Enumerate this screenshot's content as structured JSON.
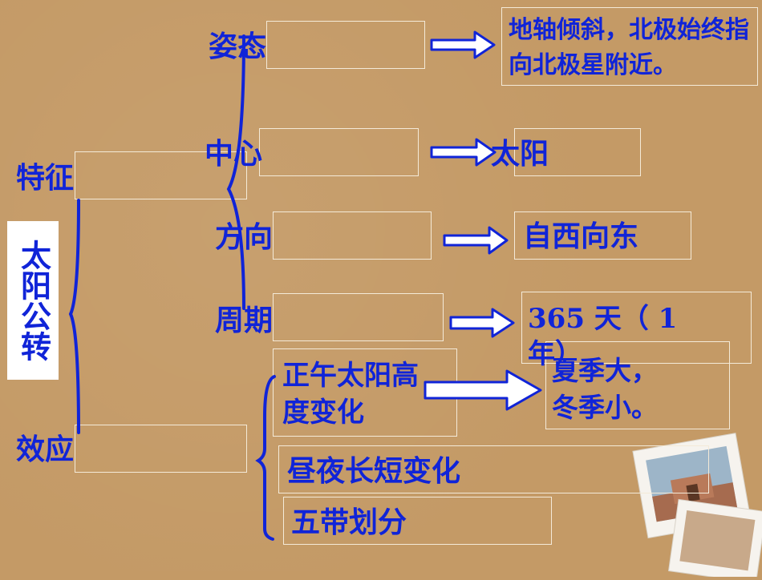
{
  "title": "太阳公转",
  "features_label": "特征",
  "effects_label": "效应",
  "attributes": [
    {
      "name": "姿态",
      "result": "地轴倾斜，北极始终指向北极星附近。"
    },
    {
      "name": "中心",
      "result": "太阳"
    },
    {
      "name": "方向",
      "result": "自西向东"
    },
    {
      "name": "周期",
      "result": "365 天（ 1 年）"
    }
  ],
  "effects": [
    {
      "name": "正午太阳高度变化",
      "result": "夏季大，冬季小。"
    },
    {
      "name": "昼夜长短变化"
    },
    {
      "name": "五带划分"
    }
  ],
  "colors": {
    "background": "#c49a66",
    "accent": "#1024d8",
    "box_border": "#f4ead8"
  }
}
